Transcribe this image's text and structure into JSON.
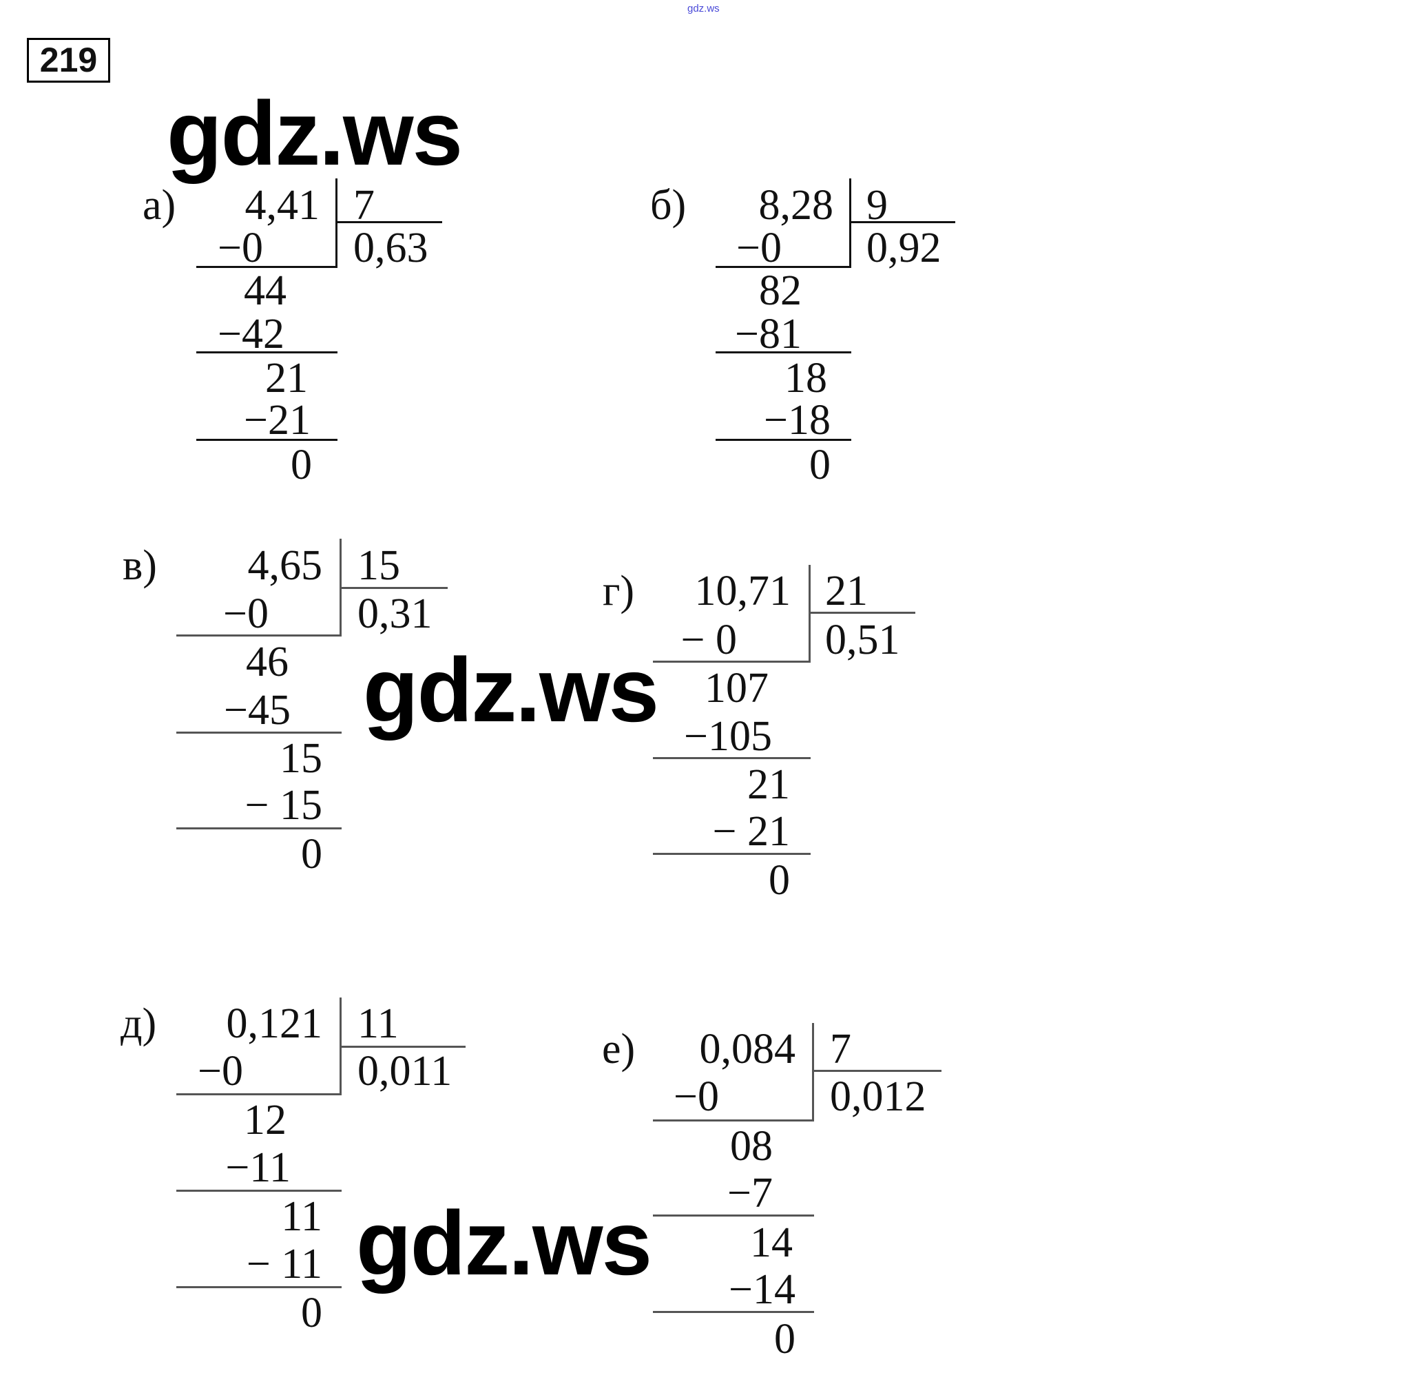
{
  "header": {
    "site_mark": "gdz.ws",
    "exercise_number": "219"
  },
  "watermarks": [
    "gdz.ws",
    "gdz.ws",
    "gdz.ws"
  ],
  "problems": {
    "a": {
      "label": "а)",
      "dividend": "4,41",
      "divisor": "7",
      "quotient": "0,63",
      "steps": [
        "−0",
        "44",
        "−42",
        "21",
        "−21",
        "0"
      ]
    },
    "b": {
      "label": "б)",
      "dividend": "8,28",
      "divisor": "9",
      "quotient": "0,92",
      "steps": [
        "−0",
        "82",
        "−81",
        "18",
        "−18",
        "0"
      ]
    },
    "v": {
      "label": "в)",
      "dividend": "4,65",
      "divisor": "15",
      "quotient": "0,31",
      "steps": [
        "−0",
        "46",
        "−45",
        "15",
        "− 15",
        "0"
      ]
    },
    "g": {
      "label": "г)",
      "dividend": "10,71",
      "divisor": "21",
      "quotient": "0,51",
      "steps": [
        "− 0",
        "107",
        "−105",
        "21",
        "− 21",
        "0"
      ]
    },
    "d": {
      "label": "д)",
      "dividend": "0,121",
      "divisor": "11",
      "quotient": "0,011",
      "steps": [
        "−0",
        "12",
        "−11",
        "11",
        "− 11",
        "0"
      ]
    },
    "e": {
      "label": "е)",
      "dividend": "0,084",
      "divisor": "7",
      "quotient": "0,012",
      "steps": [
        "−0",
        "08",
        "−7",
        "14",
        "−14",
        "0"
      ]
    }
  }
}
